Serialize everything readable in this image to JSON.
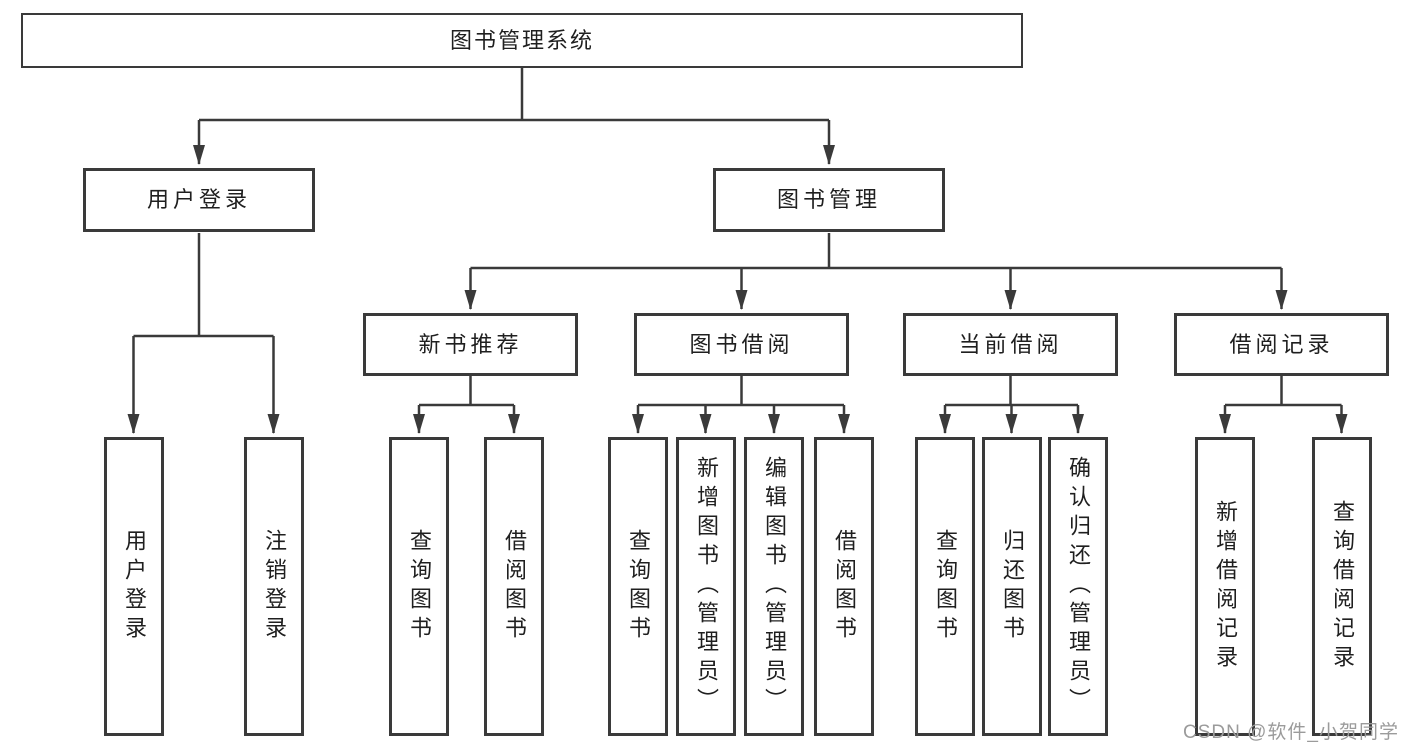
{
  "diagram": {
    "root": {
      "label": "图书管理系统"
    },
    "level2": [
      {
        "label": "用户登录"
      },
      {
        "label": "图书管理"
      }
    ],
    "level3": [
      {
        "label": "新书推荐"
      },
      {
        "label": "图书借阅"
      },
      {
        "label": "当前借阅"
      },
      {
        "label": "借阅记录"
      }
    ],
    "leaves": {
      "user": [
        {
          "label": "用户登录"
        },
        {
          "label": "注销登录"
        }
      ],
      "recommend": [
        {
          "label": "查询图书"
        },
        {
          "label": "借阅图书"
        }
      ],
      "borrow": [
        {
          "label": "查询图书"
        },
        {
          "label": "新增图书（管理员）"
        },
        {
          "label": "编辑图书（管理员）"
        },
        {
          "label": "借阅图书"
        }
      ],
      "current": [
        {
          "label": "查询图书"
        },
        {
          "label": "归还图书"
        },
        {
          "label": "确认归还（管理员）"
        }
      ],
      "records": [
        {
          "label": "新增借阅记录"
        },
        {
          "label": "查询借阅记录"
        }
      ]
    },
    "watermark": "CSDN @软件_小贺同学",
    "colors": {
      "line": "#3a3a3a",
      "text": "#1f1f1f",
      "background": "#ffffff",
      "watermark": "#9b9b9b"
    }
  }
}
